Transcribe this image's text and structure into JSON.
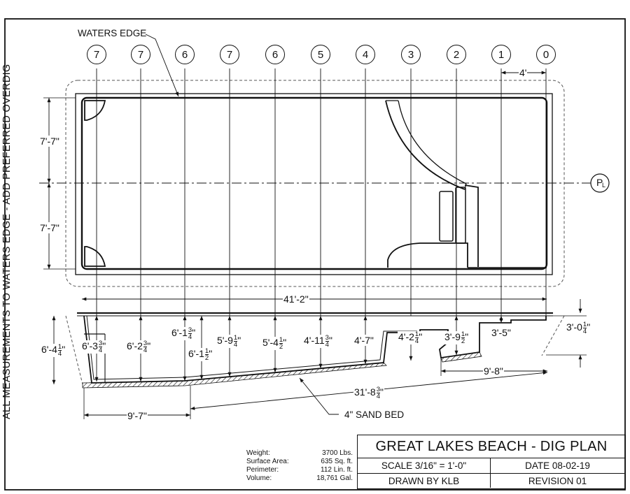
{
  "side_note": "ALL MEASUREMENTS TO WATERS EDGE - ADD PREFERRED OVERDIG",
  "waters_edge_label": "WATERS EDGE",
  "sand_bed_label": "4\" SAND BED",
  "centerline_symbol": "P",
  "centerline_sub": "L",
  "station_bubbles": [
    "7",
    "7",
    "6",
    "7",
    "6",
    "5",
    "4",
    "3",
    "2",
    "1",
    "0"
  ],
  "plan_dims": {
    "top_4ft": "4'",
    "half_width_top": "7'-7\"",
    "half_width_bottom": "7'-7\"",
    "overall_length": "41'-2\""
  },
  "section_dims": {
    "left_total_whole": "6'-4",
    "left_total_num": "1",
    "left_total_den": "4",
    "d1_whole": "6'-3",
    "d1_num": "3",
    "d1_den": "4",
    "d2_whole": "6'-2",
    "d2_num": "3",
    "d2_den": "4",
    "d3_whole": "6'-1",
    "d3_num": "3",
    "d3_den": "4",
    "d3b_whole": "6'-1",
    "d3b_num": "1",
    "d3b_den": "2",
    "d4_whole": "5'-9",
    "d4_num": "1",
    "d4_den": "4",
    "d5_whole": "5'-4",
    "d5_num": "1",
    "d5_den": "2",
    "d6_whole": "4'-11",
    "d6_num": "3",
    "d6_den": "4",
    "d7": "4'-7\"",
    "d8_whole": "4'-2",
    "d8_num": "1",
    "d8_den": "4",
    "d9_whole": "3'-9",
    "d9_num": "1",
    "d9_den": "2",
    "d10": "3'-5\"",
    "right_total_whole": "3'-0",
    "right_total_num": "1",
    "right_total_den": "4",
    "shelf_len": "9'-8\"",
    "slope_len_whole": "31'-8",
    "slope_len_num": "3",
    "slope_len_den": "4",
    "deep_len": "9'-7\""
  },
  "specs": [
    {
      "label": "Weight:",
      "value": "3700 Lbs."
    },
    {
      "label": "Surface Area:",
      "value": "635 Sq. ft."
    },
    {
      "label": "Perimeter:",
      "value": "112 Lin. ft."
    },
    {
      "label": "Volume:",
      "value": "18,761 Gal."
    }
  ],
  "title_block": {
    "title": "GREAT LAKES BEACH - DIG PLAN",
    "scale": "SCALE 3/16\" = 1'-0\"",
    "date": "DATE 08-02-19",
    "drawn_by": "DRAWN BY KLB",
    "revision": "REVISION 01"
  }
}
